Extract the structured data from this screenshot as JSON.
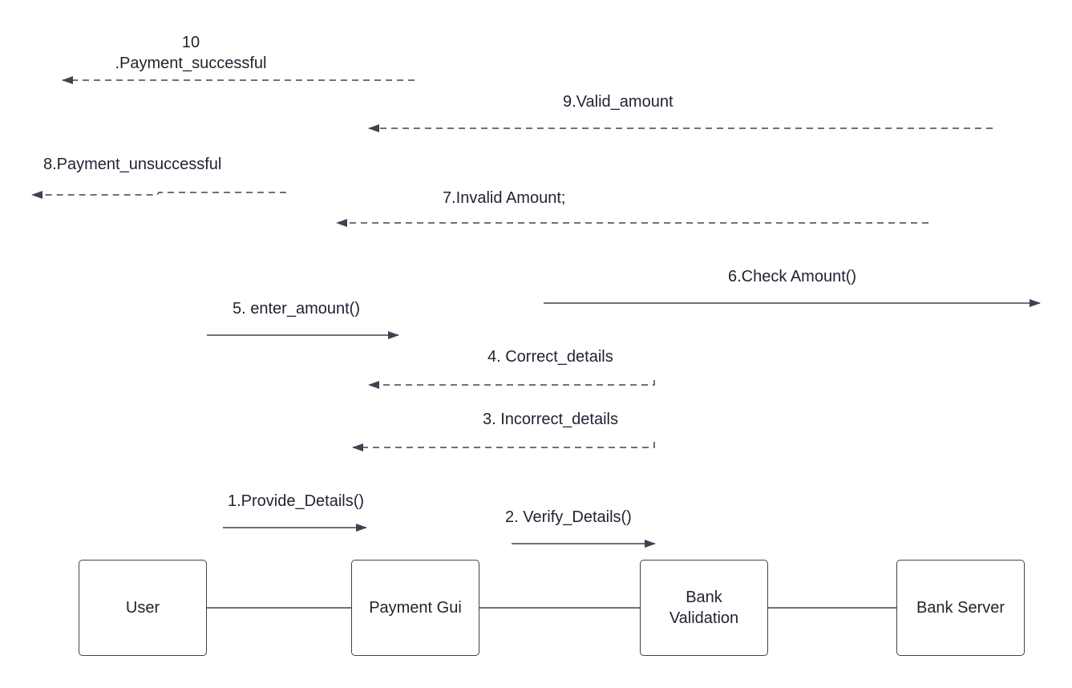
{
  "diagram": {
    "objects": [
      {
        "id": "user",
        "label": "User"
      },
      {
        "id": "payment_gui",
        "label": "Payment Gui"
      },
      {
        "id": "bank_validation",
        "label": "Bank\nValidation"
      },
      {
        "id": "bank_server",
        "label": "Bank Server"
      }
    ],
    "messages": [
      {
        "id": "m1",
        "label": "1.Provide_Details()",
        "style": "solid"
      },
      {
        "id": "m2",
        "label": "2. Verify_Details()",
        "style": "solid"
      },
      {
        "id": "m3",
        "label": "3. Incorrect_details",
        "style": "dashed"
      },
      {
        "id": "m4",
        "label": "4. Correct_details",
        "style": "dashed"
      },
      {
        "id": "m5",
        "label": "5. enter_amount()",
        "style": "solid"
      },
      {
        "id": "m6",
        "label": "6.Check Amount()",
        "style": "solid"
      },
      {
        "id": "m7",
        "label": "7.Invalid Amount;",
        "style": "dashed"
      },
      {
        "id": "m8",
        "label": "8.Payment_unsuccessful",
        "style": "dashed"
      },
      {
        "id": "m9",
        "label": "9.Valid_amount",
        "style": "dashed"
      },
      {
        "id": "m10",
        "label": "10\n.Payment_successful",
        "style": "dashed"
      }
    ],
    "colors": {
      "stroke": "#3d4350",
      "text": "#1f2330",
      "background": "#ffffff"
    }
  }
}
